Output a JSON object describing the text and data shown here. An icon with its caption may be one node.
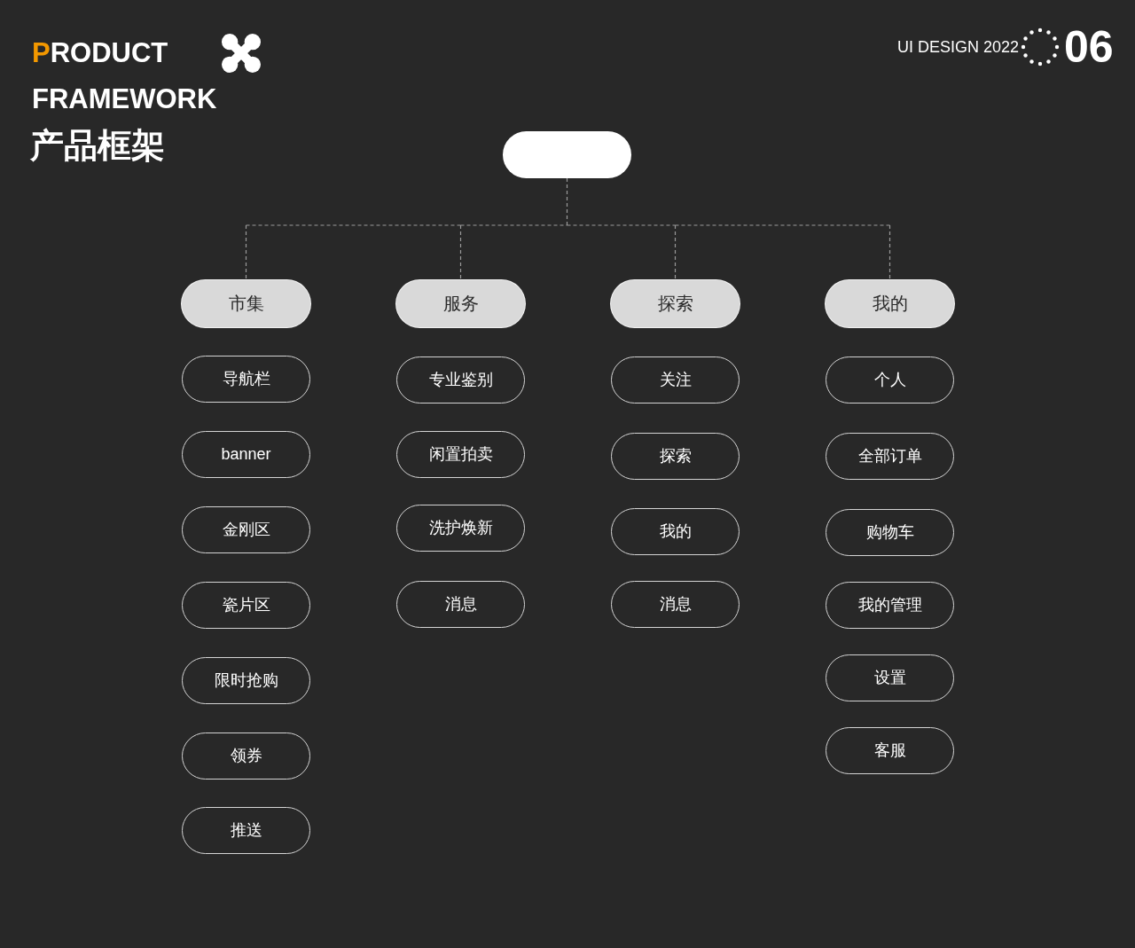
{
  "diagram": {
    "title": "PRODUCT FRAMEWORK",
    "nodes": [
      {
        "text": [],
        "shape": "box"
      },
      {
        "text": [
          "市集"
        ]
      },
      {
        "text": [
          "服务"
        ]
      },
      {
        "text": [
          "探索"
        ]
      },
      {
        "text": [
          "我的"
        ]
      },
      {
        "text": [
          "导航栏"
        ]
      },
      {
        "text": [
          "banner"
        ]
      },
      {
        "text": [
          "金刚区"
        ]
      },
      {
        "text": [
          "瓷片区"
        ]
      },
      {
        "text": [
          "限时抢购"
        ]
      },
      {
        "text": [
          "领券"
        ]
      },
      {
        "text": [
          "推送"
        ]
      },
      {
        "text": [
          "专业鉴别"
        ]
      },
      {
        "text": [
          "闲置拍卖"
        ]
      },
      {
        "text": [
          "洗护焕新"
        ]
      },
      {
        "text": [
          "消息"
        ]
      },
      {
        "text": [
          "关注"
        ]
      },
      {
        "text": [
          "探索"
        ]
      },
      {
        "text": [
          "我的"
        ]
      },
      {
        "text": [
          "消息"
        ]
      },
      {
        "text": [
          "个人"
        ]
      },
      {
        "text": [
          "全部订单"
        ]
      },
      {
        "text": [
          "购物车"
        ]
      },
      {
        "text": [
          "我的管理"
        ]
      },
      {
        "text": [
          "设置"
        ]
      },
      {
        "text": [
          "客服"
        ]
      }
    ],
    "edges": [
      {
        "from": 0,
        "to": 1,
        "arrow": "none",
        "style": "dashed"
      },
      {
        "from": 0,
        "to": 2,
        "arrow": "none",
        "style": "dashed"
      },
      {
        "from": 0,
        "to": 3,
        "arrow": "none",
        "style": "dashed"
      },
      {
        "from": 0,
        "to": 4,
        "arrow": "none",
        "style": "dashed"
      }
    ],
    "labels": [
      "产品框架",
      "UI DESIGN 2022",
      "06"
    ]
  }
}
